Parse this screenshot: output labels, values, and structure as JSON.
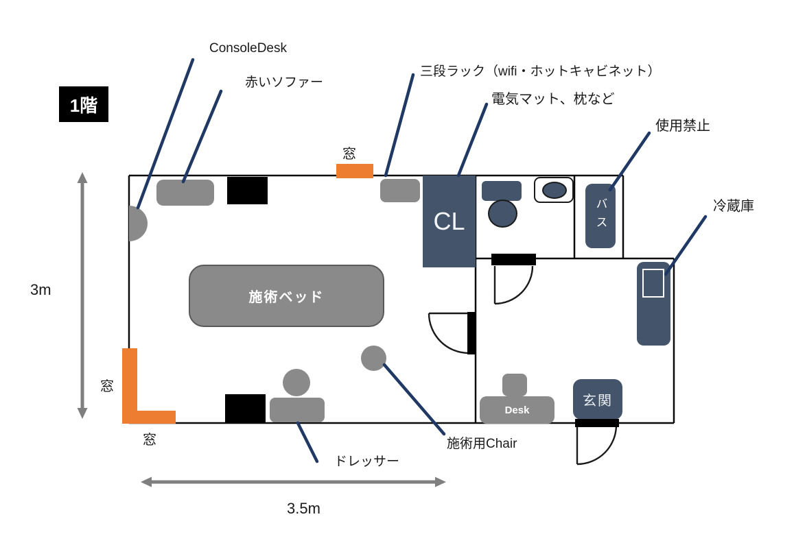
{
  "floor_plan": {
    "floor_label": "1階",
    "dimensions": {
      "height": "3m",
      "width": "3.5m"
    },
    "rooms": {
      "closet_label": "CL",
      "bath_label": "バス",
      "entrance_label": "玄関"
    },
    "furniture": {
      "treatment_bed_label": "施術ベッド",
      "desk_label": "Desk"
    },
    "annotations": {
      "console_desk": "ConsoleDesk",
      "red_sofa": "赤いソファー",
      "rack": "三段ラック（wifi・ホットキャビネット）",
      "rack_contents": "電気マット、枕など",
      "no_use": "使用禁止",
      "fridge": "冷蔵庫",
      "dresser": "ドレッサー",
      "treatment_chair": "施術用Chair",
      "window_top": "窓",
      "window_left": "窓",
      "window_bottom": "窓"
    },
    "colors": {
      "wall_black": "#000000",
      "slate_blue": "#44546a",
      "furniture_gray": "#8a8a8a",
      "window_orange": "#ed7d31",
      "leader_navy": "#1f3864",
      "dimension_gray": "#7f7f7f"
    }
  }
}
